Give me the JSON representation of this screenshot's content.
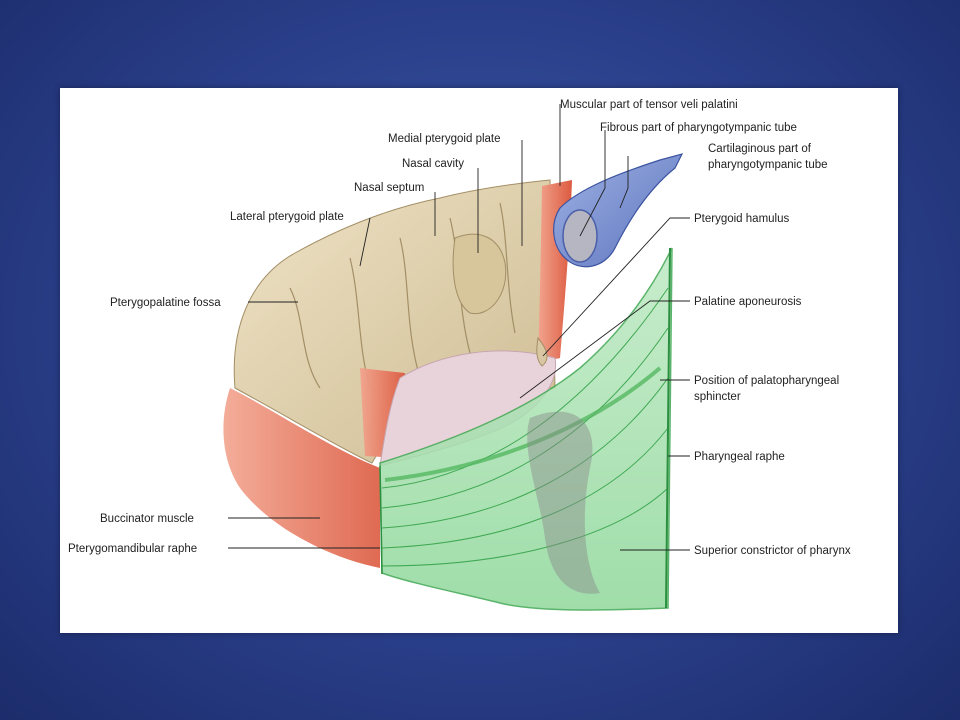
{
  "colors": {
    "background": "#2a3f8a",
    "panel": "#ffffff",
    "bone": "#e3d4b2",
    "muscle": "#e2644a",
    "constrictor": "#7fd08c",
    "tube": "#6f86c9",
    "aponeurosis": "#e6cfd6"
  },
  "labels": {
    "muscular_tensor": "Muscular part of tensor veli palatini",
    "fibrous_tube": "Fibrous part of pharyngotympanic tube",
    "cartilaginous_1": "Cartilaginous part of",
    "cartilaginous_2": "pharyngotympanic tube",
    "medial_pterygoid": "Medial pterygoid plate",
    "nasal_cavity": "Nasal cavity",
    "nasal_septum": "Nasal septum",
    "lateral_pterygoid": "Lateral pterygoid plate",
    "pterygoid_hamulus": "Pterygoid hamulus",
    "pterygopalatine_fossa": "Pterygopalatine fossa",
    "palatine_aponeurosis": "Palatine aponeurosis",
    "palatopharyngeal_1": "Position of palatopharyngeal",
    "palatopharyngeal_2": "sphincter",
    "pharyngeal_raphe": "Pharyngeal raphe",
    "buccinator": "Buccinator muscle",
    "pterygomandibular": "Pterygomandibular raphe",
    "superior_constrictor": "Superior constrictor of pharynx"
  }
}
